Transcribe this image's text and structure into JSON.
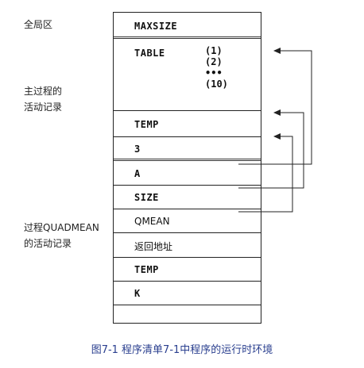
{
  "labels": {
    "global": "全局区",
    "main_line1": "主过程的",
    "main_line2": "活动记录",
    "proc_line1": "过程QUADMEAN",
    "proc_line2": "的活动记录"
  },
  "cells": {
    "maxsize": "MAXSIZE",
    "table": "TABLE",
    "table_items": [
      "(1)",
      "(2)",
      "•••",
      "(10)"
    ],
    "temp_main": "TEMP",
    "three": "3",
    "a": "A",
    "size": "SIZE",
    "qmean": "QMEAN",
    "return_addr": "返回地址",
    "temp_proc": "TEMP",
    "k": "K"
  },
  "caption": "图7-1   程序清单7-1中程序的运行时环境",
  "colors": {
    "caption": "#2a3f8f",
    "lines": "#222222"
  }
}
